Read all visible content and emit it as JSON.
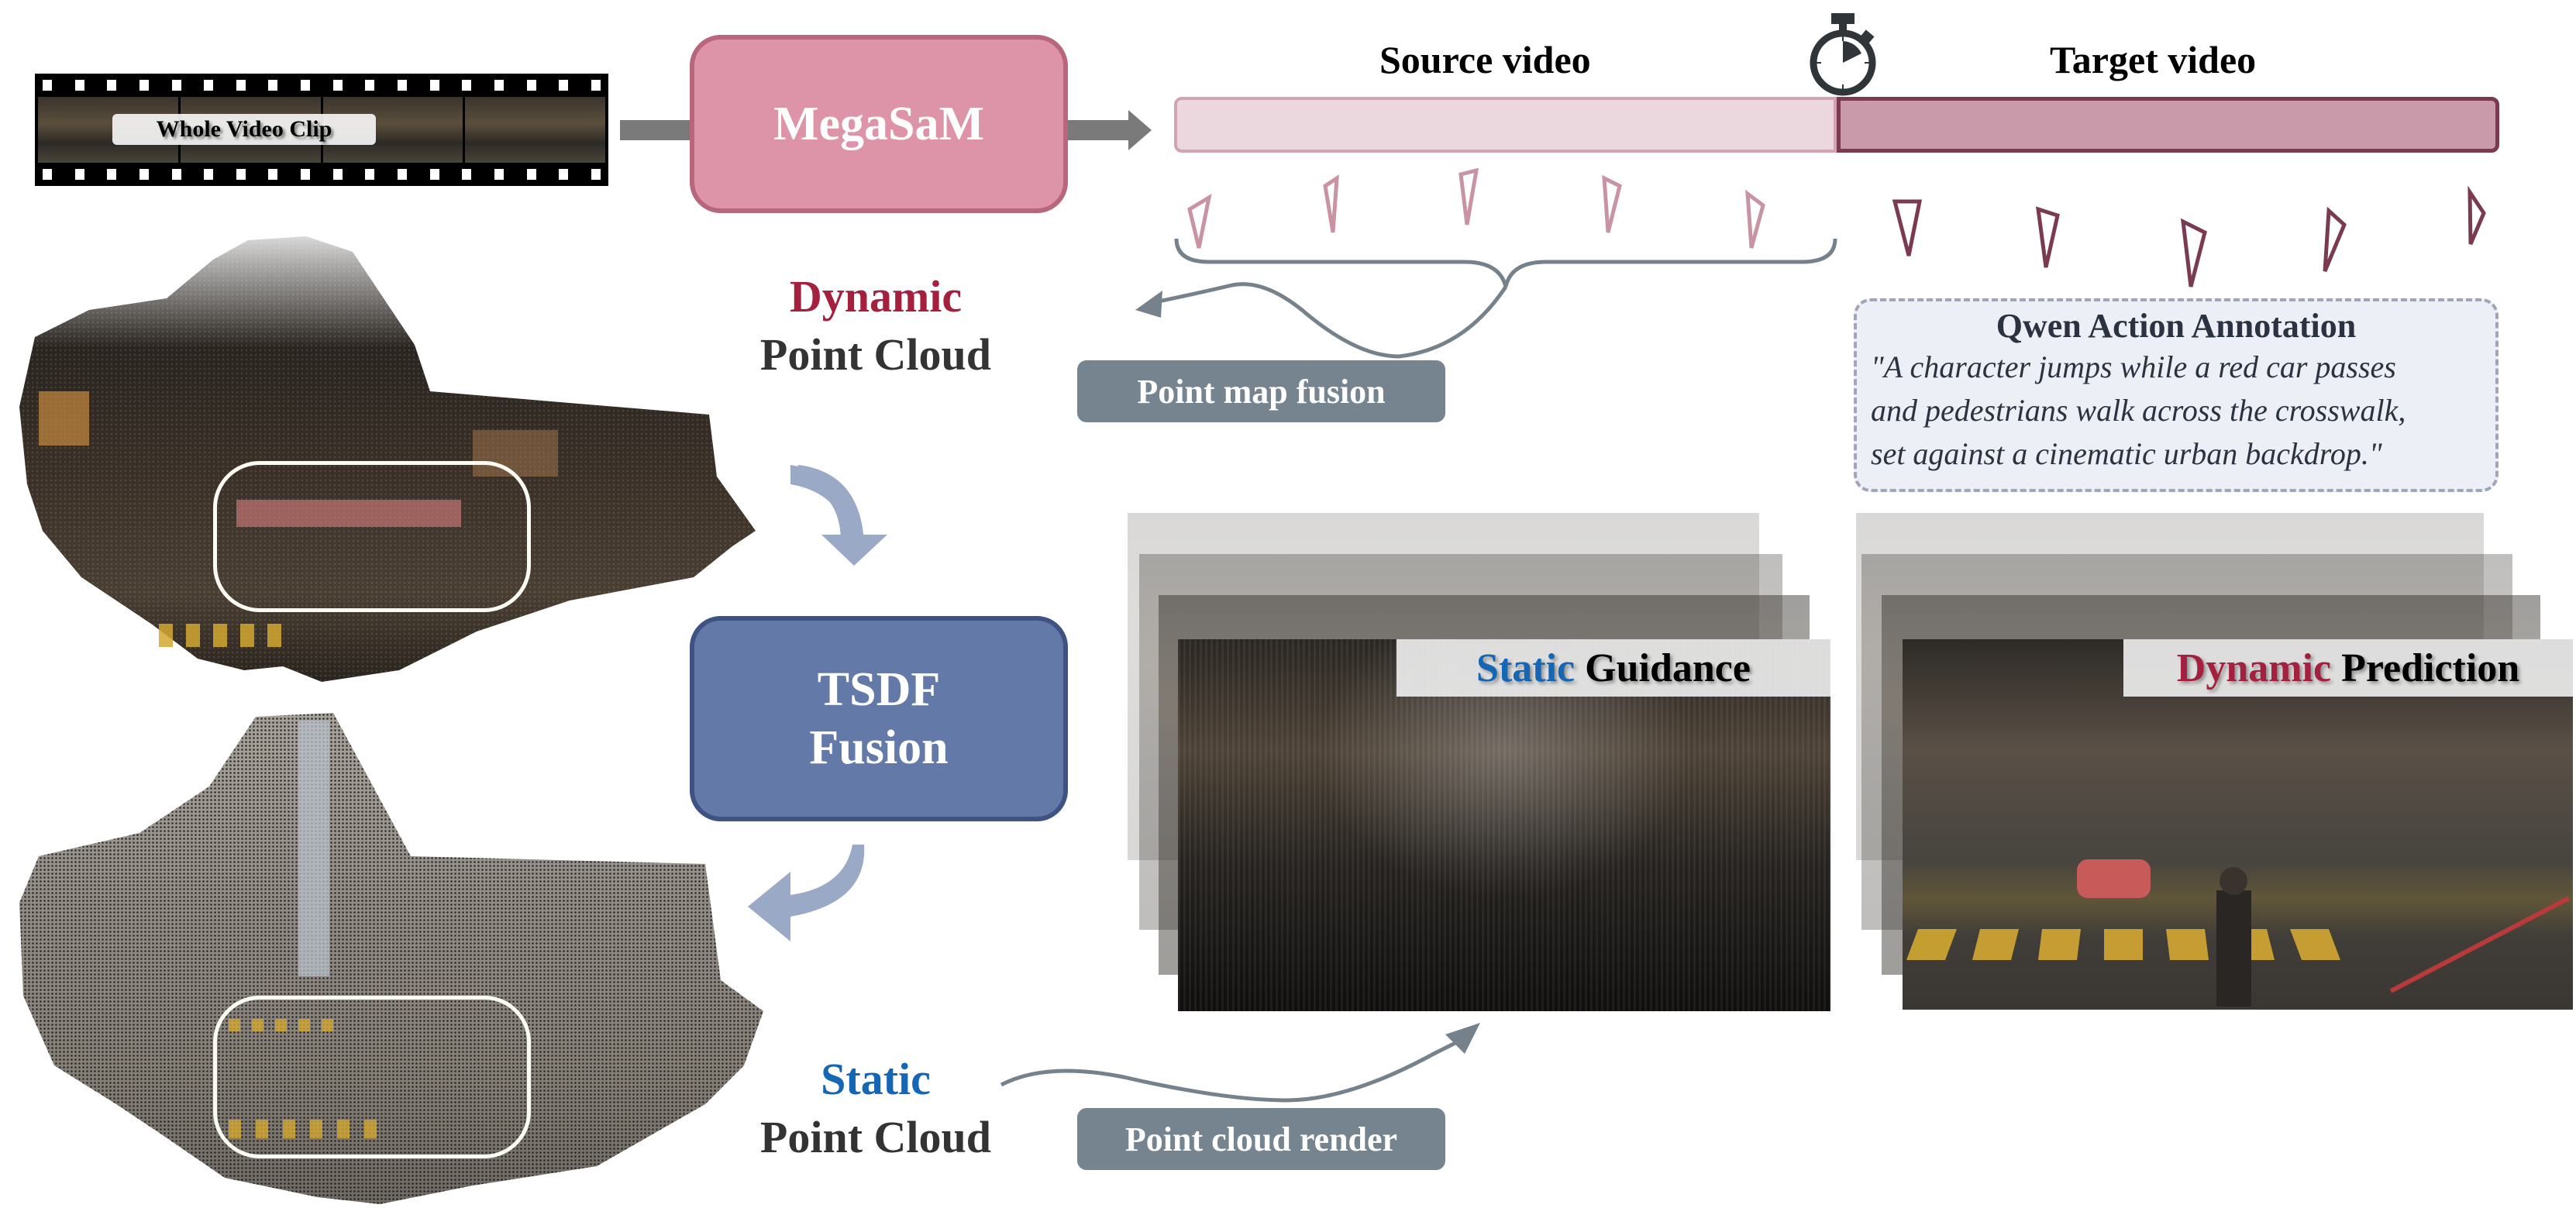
{
  "input": {
    "clip_label": "Whole Video Clip"
  },
  "modules": {
    "megasam": "MegaSaM",
    "tsdf_line1": "TSDF",
    "tsdf_line2": "Fusion"
  },
  "timeline": {
    "source_label": "Source video",
    "target_label": "Target video",
    "source_frame_count": 5,
    "target_frame_count": 5,
    "split_icon": "stopwatch-icon"
  },
  "dynamic_cloud": {
    "kind": "Dynamic",
    "noun": "Point Cloud",
    "process": "Point map fusion"
  },
  "static_cloud": {
    "kind": "Static",
    "noun": "Point Cloud",
    "process": "Point cloud render"
  },
  "annotation": {
    "title": "Qwen Action Annotation",
    "lines": [
      "\"A character jumps while a red car passes",
      "and pedestrians walk across the crosswalk,",
      "set against a cinematic urban backdrop.\""
    ]
  },
  "outputs": {
    "static_guidance": {
      "kind": "Static",
      "noun": "Guidance"
    },
    "dynamic_prediction": {
      "kind": "Dynamic",
      "noun": "Prediction"
    }
  },
  "colors": {
    "megasam_fill": "#de94a8",
    "tsdf_fill": "#6379a8",
    "dynamic_accent": "#a3213f",
    "static_accent": "#1566b5",
    "pill_fill": "#76848f",
    "source_bar": "#ead8de",
    "target_bar": "#c99aaa"
  }
}
